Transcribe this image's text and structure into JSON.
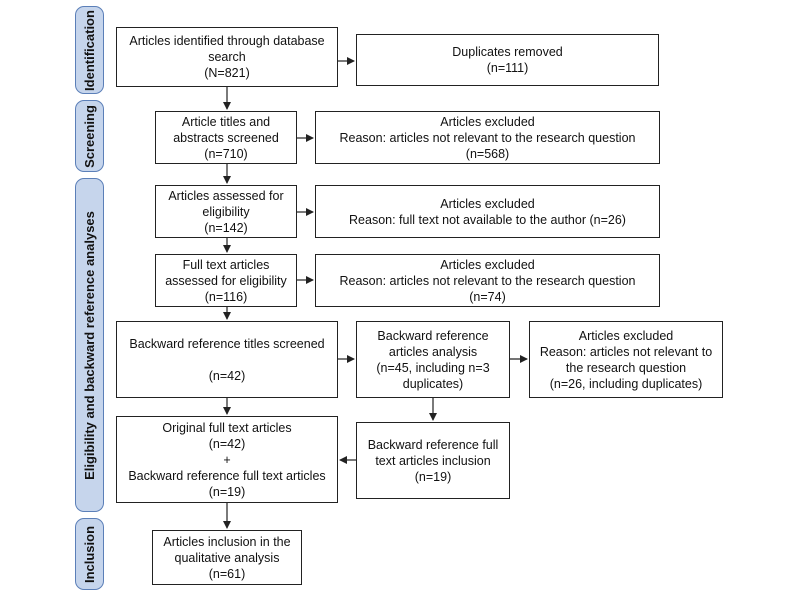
{
  "phases": {
    "identification": "Identification",
    "screening": "Screening",
    "eligibility": "Eligibility and backward reference analyses",
    "inclusion": "Inclusion"
  },
  "boxes": {
    "identified": [
      "Articles identified through database",
      "search",
      "(N=821)"
    ],
    "duplicates": [
      "Duplicates removed",
      "(n=111)"
    ],
    "screened": [
      "Article titles and",
      "abstracts screened",
      "(n=710)"
    ],
    "excluded_screening": [
      "Articles excluded",
      "Reason: articles not relevant to the research question",
      "(n=568)"
    ],
    "assessed": [
      "Articles assessed for",
      "eligibility",
      "(n=142)"
    ],
    "excluded_fulltext_na": [
      "Articles excluded",
      "Reason: full text not available to the author (n=26)"
    ],
    "fulltext_assessed": [
      "Full text articles",
      "assessed for eligibility",
      "(n=116)"
    ],
    "excluded_fulltext": [
      "Articles excluded",
      "Reason: articles not relevant to the research question",
      "(n=74)"
    ],
    "backward_titles": [
      "Backward reference titles screened",
      "",
      "(n=42)"
    ],
    "backward_analysis": [
      "Backward reference",
      "articles analysis",
      "(n=45, including n=3",
      "duplicates)"
    ],
    "excluded_backward": [
      "Articles excluded",
      "Reason: articles not relevant to",
      "the research question",
      "(n=26, including duplicates)"
    ],
    "combined": [
      "Original full text articles",
      "(n=42)",
      "+",
      "Backward reference full text articles",
      "(n=19)"
    ],
    "backward_inclusion": [
      "Backward reference full",
      "text articles inclusion",
      "(n=19)"
    ],
    "final": [
      "Articles inclusion in the",
      "qualitative analysis",
      "(n=61)"
    ]
  }
}
